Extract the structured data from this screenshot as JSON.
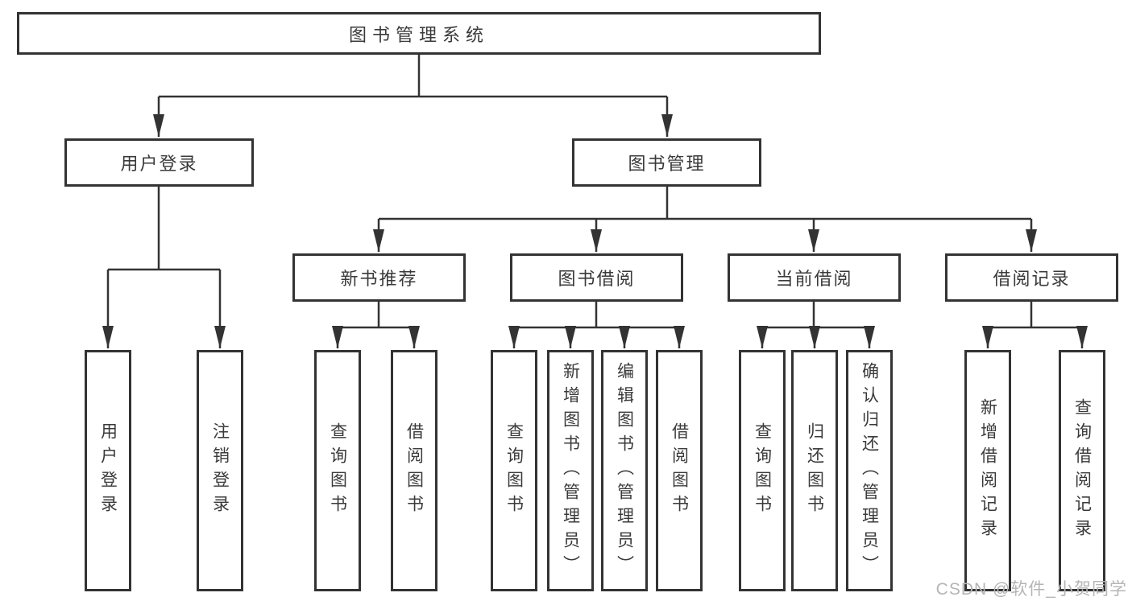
{
  "diagram_type": "hierarchy-tree",
  "tree": {
    "label": "图书管理系统",
    "children": [
      {
        "label": "用户登录",
        "children": [
          {
            "label": "用户登录"
          },
          {
            "label": "注销登录"
          }
        ]
      },
      {
        "label": "图书管理",
        "children": [
          {
            "label": "新书推荐",
            "children": [
              {
                "label": "查询图书"
              },
              {
                "label": "借阅图书"
              }
            ]
          },
          {
            "label": "图书借阅",
            "children": [
              {
                "label": "查询图书"
              },
              {
                "label": "新增图书（管理员）"
              },
              {
                "label": "编辑图书（管理员）"
              },
              {
                "label": "借阅图书"
              }
            ]
          },
          {
            "label": "当前借阅",
            "children": [
              {
                "label": "查询图书"
              },
              {
                "label": "归还图书"
              },
              {
                "label": "确认归还（管理员）"
              }
            ]
          },
          {
            "label": "借阅记录",
            "children": [
              {
                "label": "新增借阅记录"
              },
              {
                "label": "查询借阅记录"
              }
            ]
          }
        ]
      }
    ]
  },
  "watermark": {
    "text": "CSDN @软件_小贺同学"
  },
  "colors": {
    "background": "#ffffff",
    "box_fill": "#ffffff",
    "box_border": "#333333",
    "line": "#333333",
    "text": "#3a3a3a",
    "watermark": "#b5b5b5"
  }
}
